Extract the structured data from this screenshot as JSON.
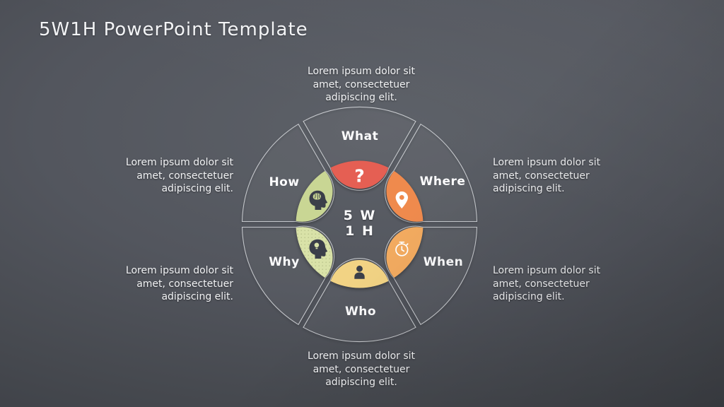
{
  "slide": {
    "title": "5W1H PowerPoint Template"
  },
  "diagram": {
    "center": {
      "line1": "5 W",
      "line2": "1 H"
    },
    "outline_color": "#e0e2e6",
    "sectors": [
      {
        "label": "What",
        "icon": "question-mark-icon",
        "petal_color": "#e55f53",
        "icon_color": "#ffffff"
      },
      {
        "label": "Where",
        "icon": "map-pin-icon",
        "petal_color": "#ef8a4d",
        "icon_color": "#ffffff"
      },
      {
        "label": "When",
        "icon": "stopwatch-icon",
        "petal_color": "#f3ab60",
        "icon_color": "#ffffff"
      },
      {
        "label": "Who",
        "icon": "person-icon",
        "petal_color": "#f2d384",
        "icon_color": "#3b3f49"
      },
      {
        "label": "Why",
        "icon": "head-lightbulb-icon",
        "petal_color": "#d9e2a8",
        "icon_color": "#3b3f49"
      },
      {
        "label": "How",
        "icon": "head-brain-icon",
        "petal_color": "#c9d694",
        "icon_color": "#3b3f49"
      }
    ]
  },
  "text_blocks": {
    "top": {
      "lines": [
        "Lorem ipsum dolor sit",
        "amet, consectetuer",
        "adipiscing elit."
      ]
    },
    "upper_left": {
      "lines": [
        "Lorem ipsum dolor sit",
        "amet, consectetuer",
        "adipiscing elit."
      ]
    },
    "upper_right": {
      "lines": [
        "Lorem ipsum dolor sit",
        "amet, consectetuer",
        "adipiscing elit."
      ]
    },
    "lower_left": {
      "lines": [
        "Lorem ipsum dolor sit",
        "amet, consectetuer",
        "adipiscing elit."
      ]
    },
    "lower_right": {
      "lines": [
        "Lorem ipsum dolor sit",
        "amet, consectetuer",
        "adipiscing elit."
      ]
    },
    "bottom": {
      "lines": [
        "Lorem ipsum dolor sit",
        "amet, consectetuer",
        "adipiscing elit."
      ]
    }
  }
}
